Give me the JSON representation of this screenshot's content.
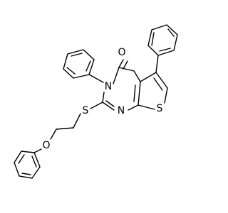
{
  "atoms": {
    "carbonyl_oxygen": "O",
    "ring_nitrogen_3": "N",
    "ring_nitrogen_1": "N",
    "thioether_sulfur": "S",
    "thiophene_sulfur": "S",
    "ether_oxygen": "O"
  },
  "colors": {
    "bond": "#000000",
    "label": "#000000",
    "background": "#ffffff"
  }
}
